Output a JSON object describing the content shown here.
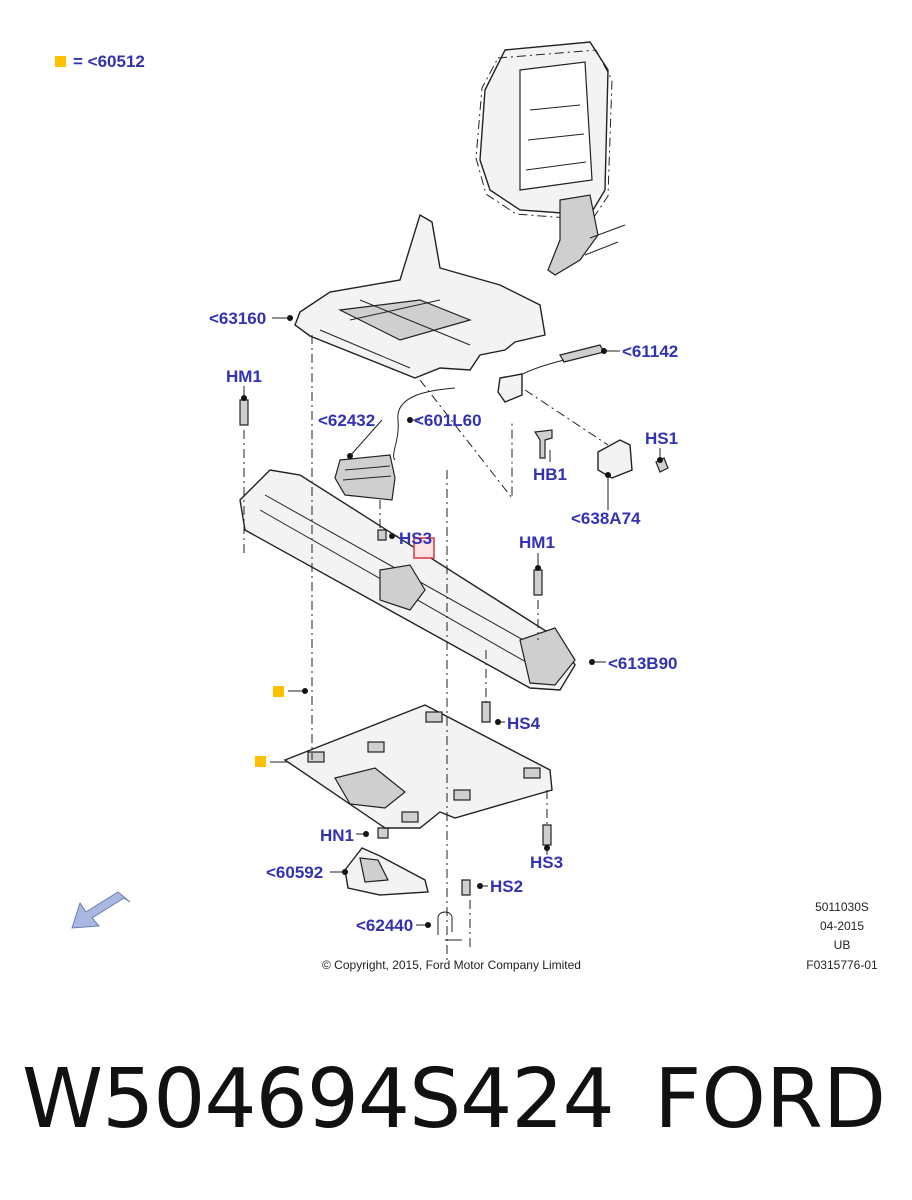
{
  "legend": {
    "text": "= <60512",
    "marker_color": "#ffc000"
  },
  "callouts": {
    "c63160": "<63160",
    "c61142": "<61142",
    "c62432": "<62432",
    "c601L60": "<601L60",
    "hm1_top": "HM1",
    "hs1": "HS1",
    "hb1": "HB1",
    "c638A74": "<638A74",
    "hs3_top": "HS3",
    "hm1_mid": "HM1",
    "c613B90": "<613B90",
    "hs4": "HS4",
    "hn1": "HN1",
    "hs3_low": "HS3",
    "c60592": "<60592",
    "hs2": "HS2",
    "c62440": "<62440"
  },
  "stamp": {
    "line1": "5011030S",
    "line2": "04-2015",
    "line3": "UB",
    "line4": "F0315776-01"
  },
  "copyright": "© Copyright, 2015, Ford Motor Company Limited",
  "caption": {
    "part_number": "W504694S424",
    "brand": "FORD"
  },
  "colors": {
    "callout": "#3232b4",
    "highlight": "#e0404a",
    "arrow": "#a9b8e0"
  }
}
